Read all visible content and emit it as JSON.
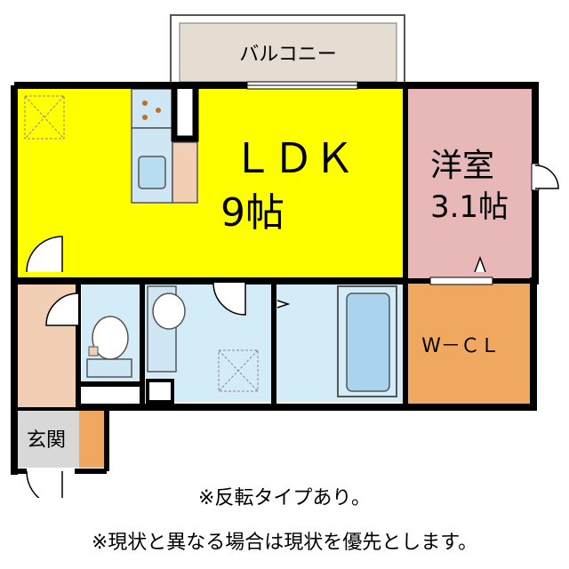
{
  "rooms": {
    "balcony": "バルコニー",
    "ldk_name": "ＬＤＫ",
    "ldk_size": "9帖",
    "western_name": "洋室",
    "western_size": "3.1帖",
    "wcl": "W－ＣＬ",
    "entrance": "玄関"
  },
  "notes": {
    "reversed": "※反転タイプあり。",
    "priority": "※現状と異なる場合は現状を優先とします。"
  },
  "colors": {
    "ldk": "#ffff00",
    "western": "#e8b8b8",
    "wcl": "#f0a860",
    "balcony": "#e6ddd2",
    "wet": "#d4ecf8",
    "entrance": "#f2cfb4",
    "genkan": "#d8d8d8",
    "wall": "#000000"
  }
}
